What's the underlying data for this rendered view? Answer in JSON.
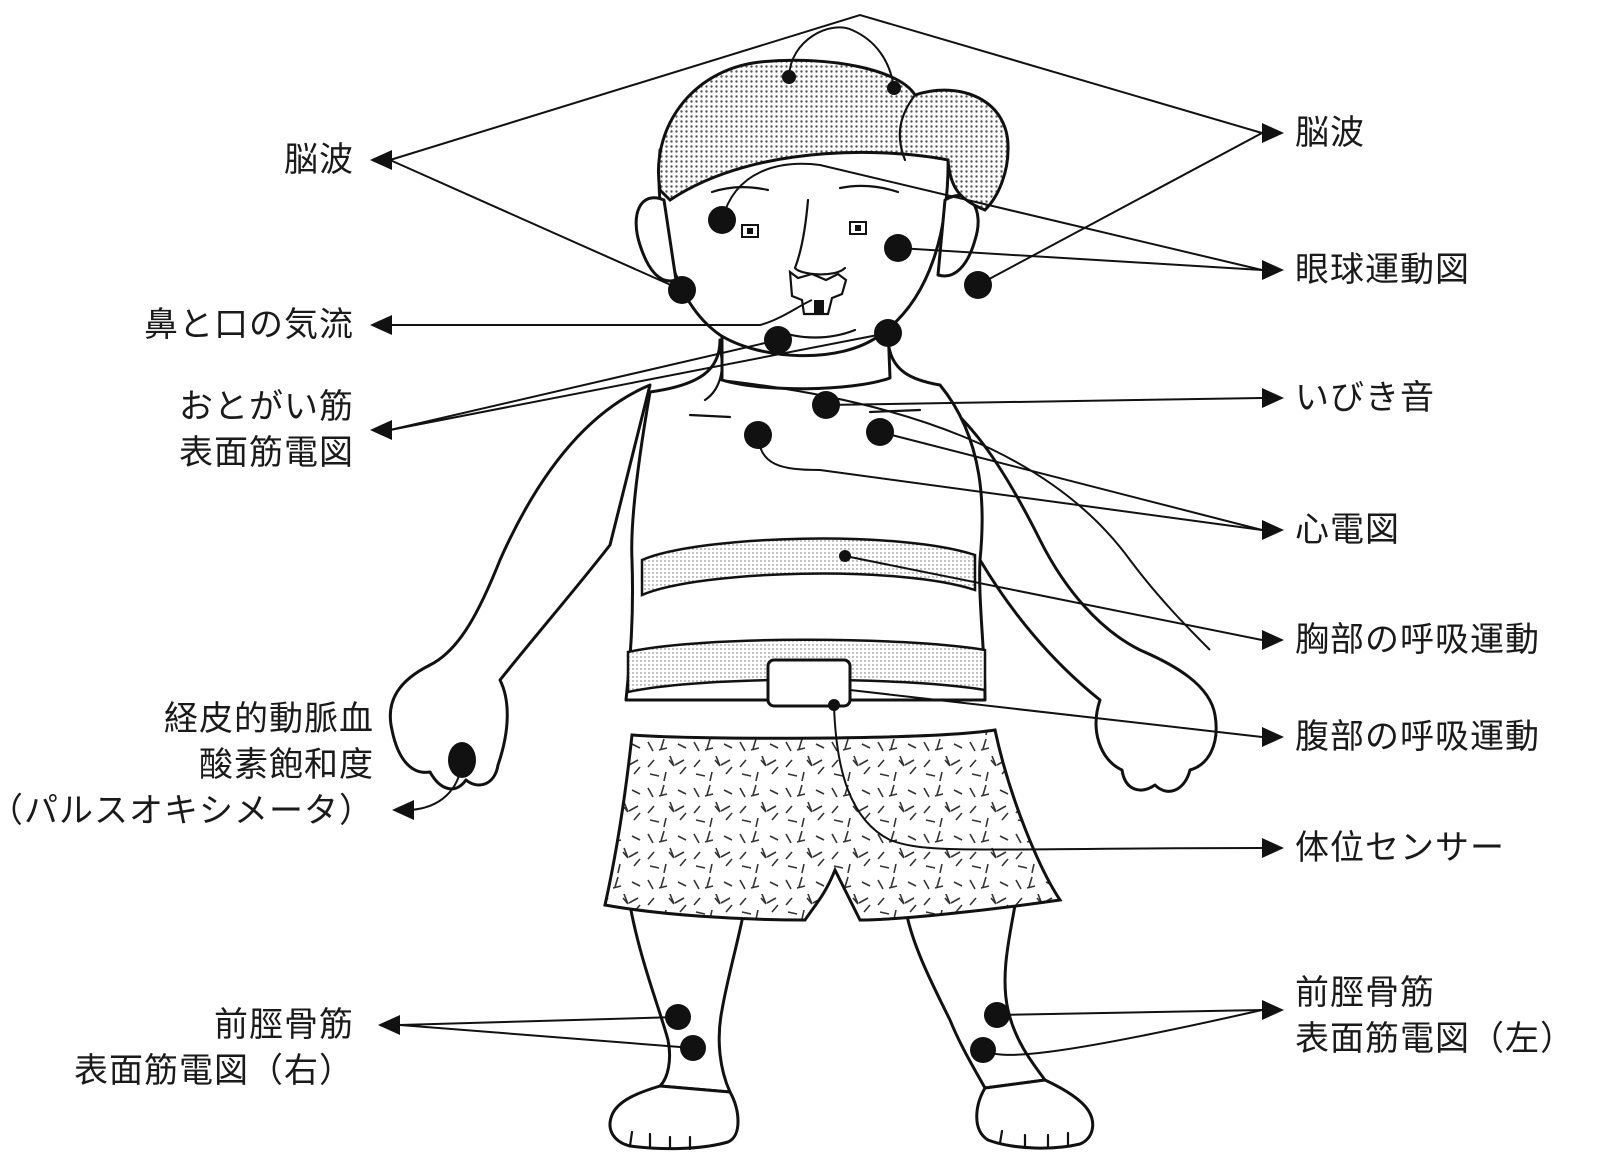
{
  "labels": {
    "eeg_left": "脳波",
    "eeg_right": "脳波",
    "eog": "眼球運動図",
    "airflow": "鼻と口の気流",
    "chin_emg_1": "おとがい筋",
    "chin_emg_2": "表面筋電図",
    "snore": "いびき音",
    "ecg": "心電図",
    "chest_resp": "胸部の呼吸運動",
    "abd_resp": "腹部の呼吸運動",
    "spo2_1": "経皮的動脈血",
    "spo2_2": "酸素飽和度",
    "spo2_3": "（パルスオキシメータ）",
    "position": "体位センサー",
    "tib_right_1": "前脛骨筋",
    "tib_right_2": "表面筋電図（右）",
    "tib_left_1": "前脛骨筋",
    "tib_left_2": "表面筋電図（左）"
  },
  "colors": {
    "ink": "#111111",
    "hair": "#b9b9b9",
    "belt": "#dcdcdc",
    "shorts_texture": "#444444"
  }
}
